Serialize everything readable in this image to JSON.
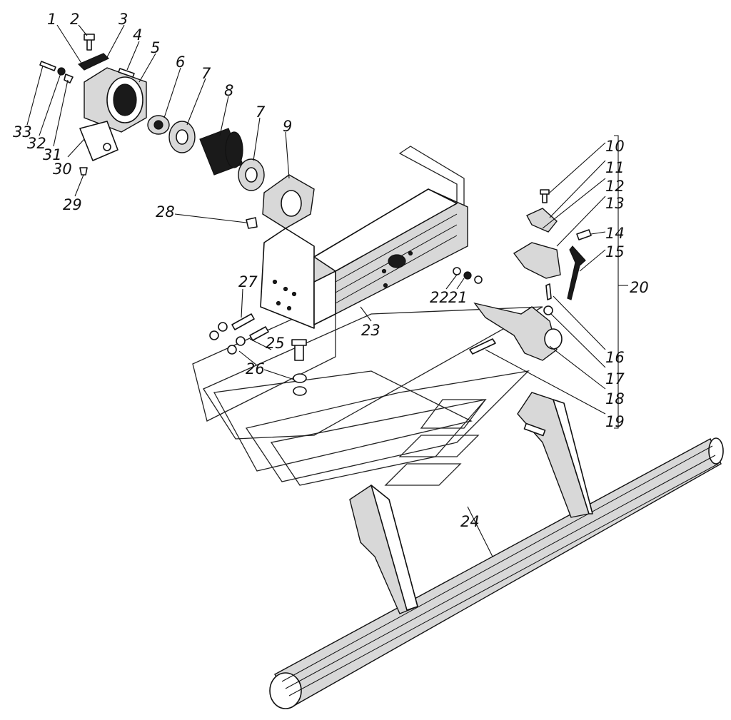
{
  "callouts": [
    "1",
    "2",
    "3",
    "4",
    "5",
    "6",
    "7",
    "8",
    "7",
    "9",
    "10",
    "11",
    "12",
    "13",
    "14",
    "15",
    "16",
    "17",
    "18",
    "19",
    "20",
    "21",
    "22",
    "23",
    "24",
    "25",
    "26",
    "27",
    "28",
    "29",
    "30",
    "31",
    "32",
    "33"
  ],
  "colors": {
    "ink": "#111111",
    "shade": "#d8d8d8",
    "paper": "#ffffff"
  }
}
